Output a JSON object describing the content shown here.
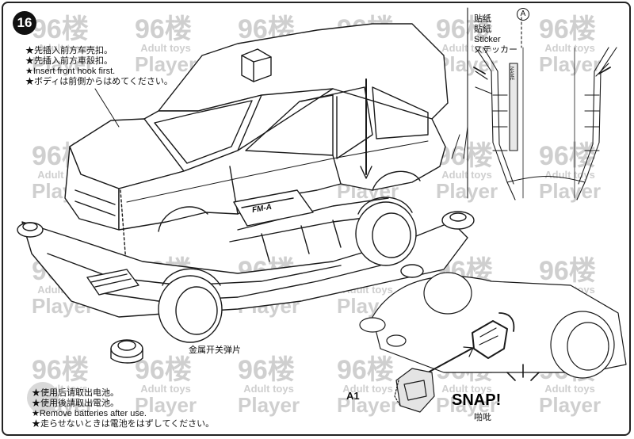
{
  "step": {
    "number": "16"
  },
  "notes": {
    "insert_front_hook": [
      "★先插入前方车壳扣。",
      "★先插入前方車殼扣。",
      "★Insert front hook first.",
      "★ボディは前側からはめてください。"
    ],
    "remove_batteries": [
      "★使用后请取出电池。",
      "★使用後請取出電池。",
      "★Remove batteries after use.",
      "★走らせないときは電池をはずしてください。"
    ]
  },
  "sticker_callout": {
    "lines": [
      "贴纸",
      "貼紙",
      "Sticker",
      "ステッカー"
    ],
    "marker": "A",
    "name_tag": "NAME"
  },
  "chassis": {
    "logo": "FM-A"
  },
  "labels": {
    "metal_switch": "金属开关弹片",
    "part_a1": "A1",
    "snap_en": "SNAP!",
    "snap_jp": "啪吡"
  },
  "watermark": {
    "big": "96楼",
    "sub": "Adult toys",
    "player": "Player"
  },
  "colors": {
    "line": "#1a1a1a",
    "watermark": "#cfcfcf"
  }
}
